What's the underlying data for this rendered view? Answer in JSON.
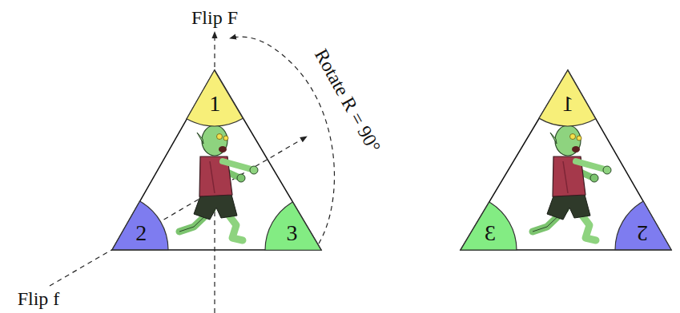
{
  "diagram": {
    "nodes": [
      {
        "text": [
          "1"
        ]
      },
      {
        "text": [
          "2"
        ]
      },
      {
        "text": [
          "3"
        ]
      },
      {
        "text": [
          "1"
        ]
      },
      {
        "text": [
          "3"
        ]
      },
      {
        "text": [
          "2"
        ]
      }
    ],
    "labels": [
      "Flip F",
      "Rotate R = 90°",
      "Flip f"
    ]
  }
}
